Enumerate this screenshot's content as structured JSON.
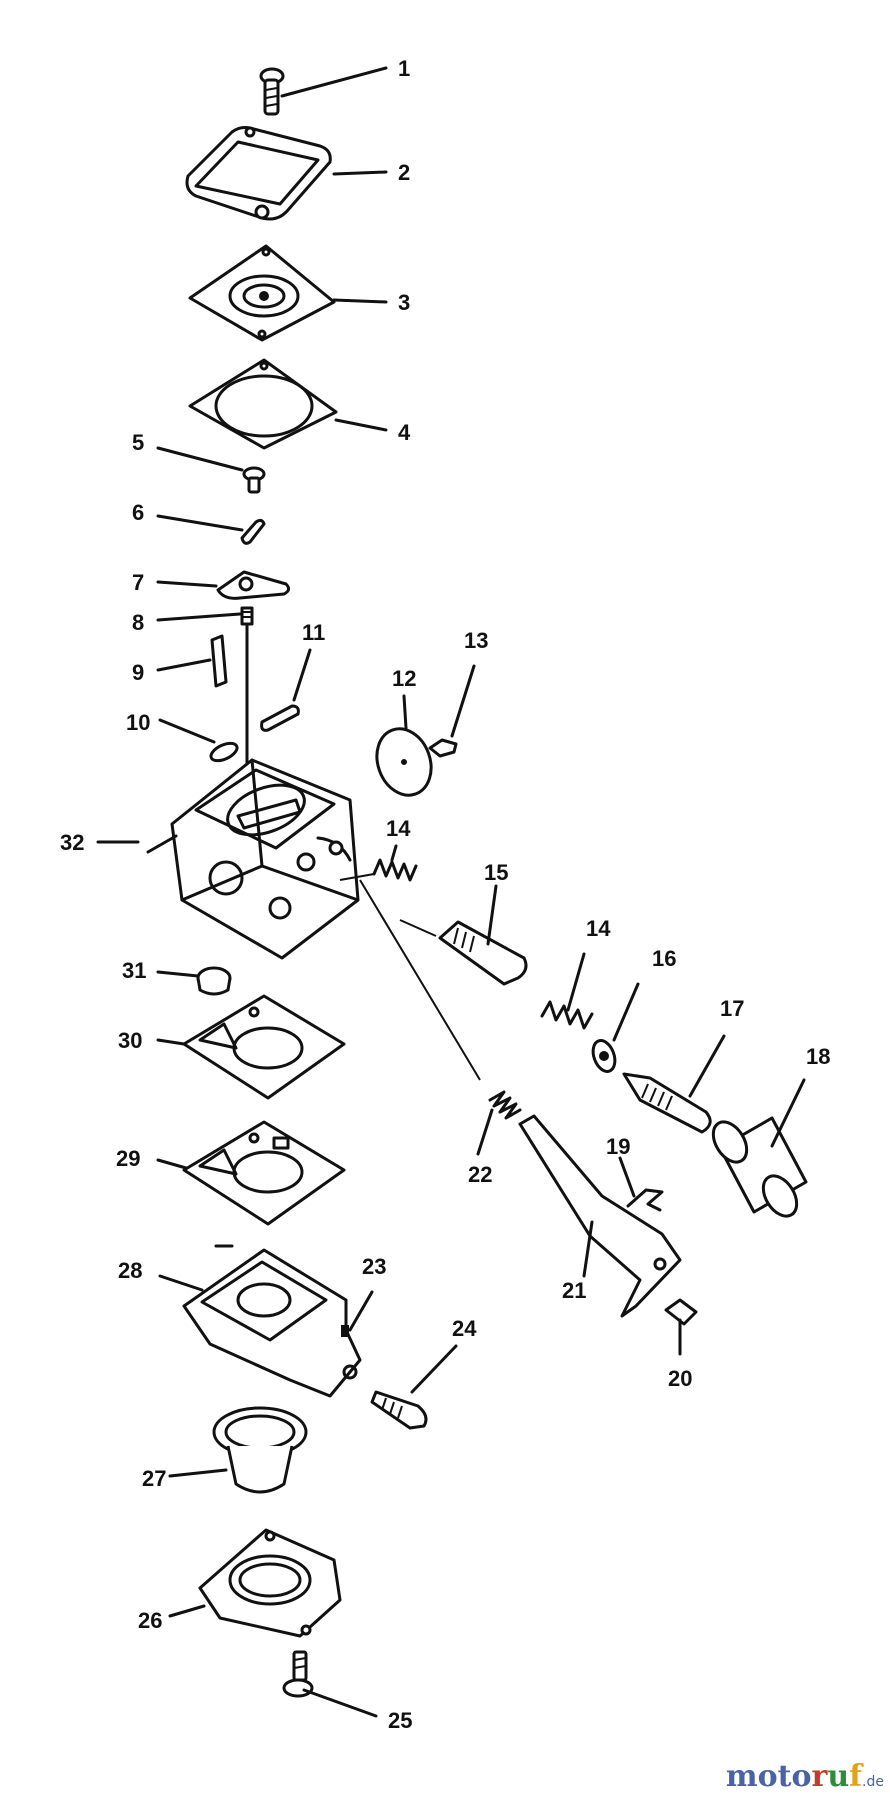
{
  "diagram": {
    "callouts": [
      "1",
      "2",
      "3",
      "4",
      "5",
      "6",
      "7",
      "8",
      "9",
      "10",
      "11",
      "12",
      "13",
      "14",
      "15",
      "14",
      "16",
      "17",
      "18",
      "19",
      "20",
      "21",
      "22",
      "23",
      "24",
      "25",
      "26",
      "27",
      "28",
      "29",
      "30",
      "31",
      "32"
    ]
  },
  "watermark": {
    "main": "moto",
    "r": "r",
    "u": "u",
    "f": "f",
    "tld": ".de"
  }
}
